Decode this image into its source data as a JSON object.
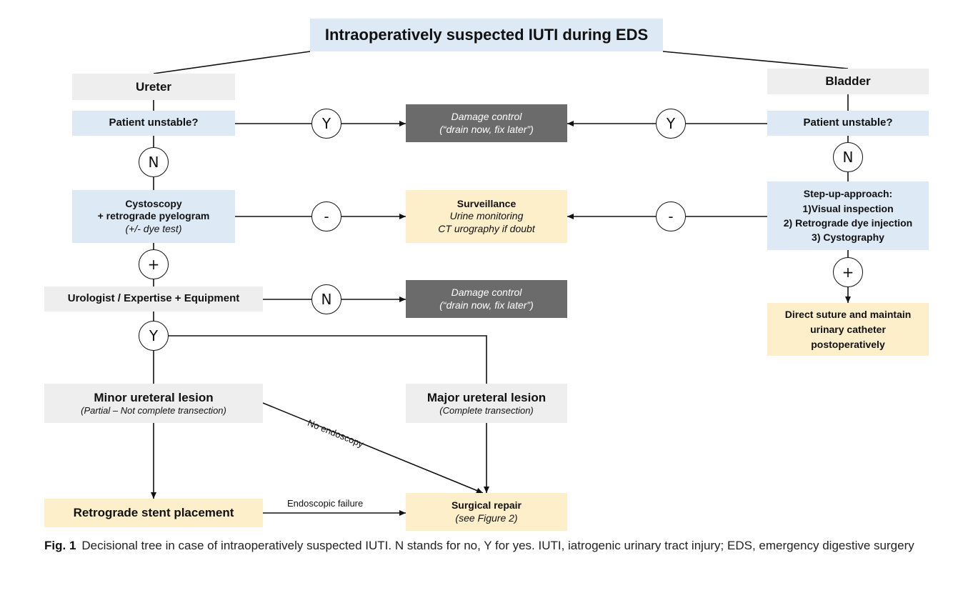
{
  "title": "Intraoperatively suspected IUTI during EDS",
  "ureter": {
    "header": "Ureter",
    "unstable_question": "Patient unstable?",
    "cysto": {
      "line1": "Cystoscopy",
      "line2": "+ retrograde pyelogram",
      "line3": "(+/- dye test)"
    },
    "urologist": "Urologist / Expertise + Equipment",
    "minor": {
      "title": "Minor ureteral lesion",
      "subtitle": "(Partial – Not complete transection)"
    },
    "major": {
      "title": "Major ureteral lesion",
      "subtitle": "(Complete transection)"
    },
    "stent": "Retrograde stent placement"
  },
  "bladder": {
    "header": "Bladder",
    "unstable_question": "Patient unstable?",
    "stepup": {
      "line1": "Step-up-approach:",
      "line2": "1)Visual inspection",
      "line3": "2) Retrograde dye injection",
      "line4": "3) Cystography"
    },
    "suture": {
      "line1": "Direct suture and maintain",
      "line2": "urinary catheter",
      "line3": "postoperatively"
    }
  },
  "center": {
    "damage_control": {
      "line1": "Damage control",
      "line2": "(“drain now, fix later”)"
    },
    "surveillance": {
      "line1": "Surveillance",
      "line2": "Urine monitoring",
      "line3": "CT urography if doubt"
    },
    "damage_control_2": {
      "line1": "Damage control",
      "line2": "(“drain now, fix later”)"
    },
    "surgical_repair": {
      "line1": "Surgical repair",
      "line2": "(see Figure 2)"
    }
  },
  "decisions": {
    "ureter_unstable_yes": "Y",
    "bladder_unstable_yes": "Y",
    "ureter_unstable_no": "N",
    "bladder_unstable_no": "N",
    "cysto_negative": "-",
    "stepup_negative": "-",
    "cysto_positive": "+",
    "stepup_positive": "+",
    "urologist_no": "N",
    "urologist_yes": "Y"
  },
  "edge_labels": {
    "no_endoscopy": "No endoscopy",
    "endoscopic_failure": "Endoscopic failure"
  },
  "caption": {
    "label": "Fig. 1",
    "text": "Decisional tree in case of intraoperatively suspected IUTI. N stands for no, Y for yes. IUTI, iatrogenic urinary tract injury; EDS, emergency digestive surgery"
  }
}
